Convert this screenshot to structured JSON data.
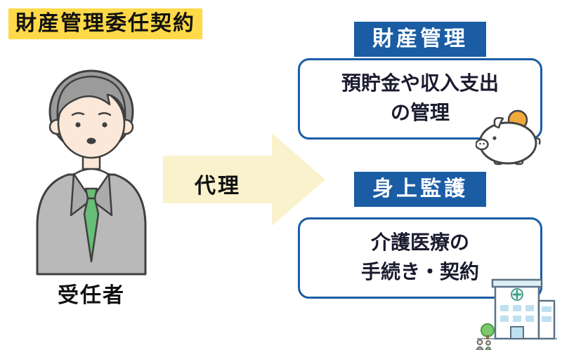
{
  "title": "財産管理委任契約",
  "person": {
    "label": "受任者"
  },
  "arrow": {
    "label": "代理"
  },
  "groups": [
    {
      "header": "財産管理",
      "body_line1": "預貯金や収入支出",
      "body_line2": "の管理",
      "icon": "piggy-bank-icon"
    },
    {
      "header": "身上監護",
      "body_line1": "介護医療の",
      "body_line2": "手続き・契約",
      "icon": "hospital-icon"
    }
  ],
  "colors": {
    "highlight_yellow": "#FFD948",
    "primary_blue": "#1A5DA5",
    "arrow_yellow": "#FAF2CC",
    "tie_green": "#67BE76",
    "coin_orange": "#F4A93C"
  }
}
